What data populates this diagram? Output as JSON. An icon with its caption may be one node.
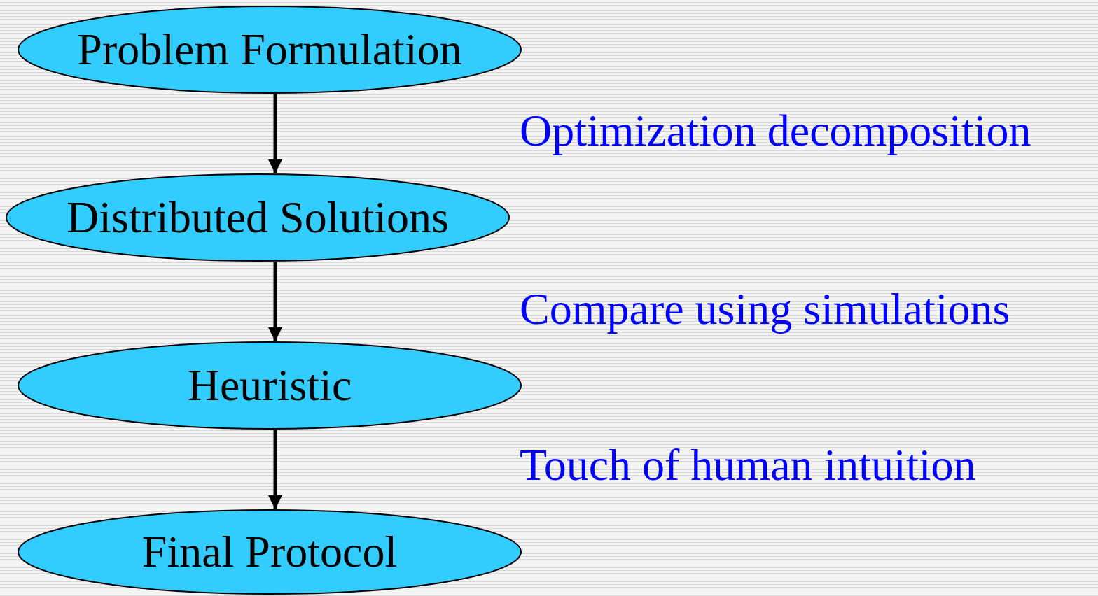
{
  "diagram": {
    "nodes": [
      {
        "text": [
          "Problem Formulation"
        ]
      },
      {
        "text": [
          "Distributed Solutions"
        ]
      },
      {
        "text": [
          "Heuristic"
        ]
      },
      {
        "text": [
          "Final Protocol"
        ]
      }
    ],
    "edges": [
      {
        "from": 0,
        "to": 1,
        "arrow": "to"
      },
      {
        "from": 1,
        "to": 2,
        "arrow": "to"
      },
      {
        "from": 2,
        "to": 3,
        "arrow": "to"
      }
    ],
    "labels": [
      "Optimization decomposition",
      "Compare using simulations",
      "Touch of human intuition"
    ]
  }
}
